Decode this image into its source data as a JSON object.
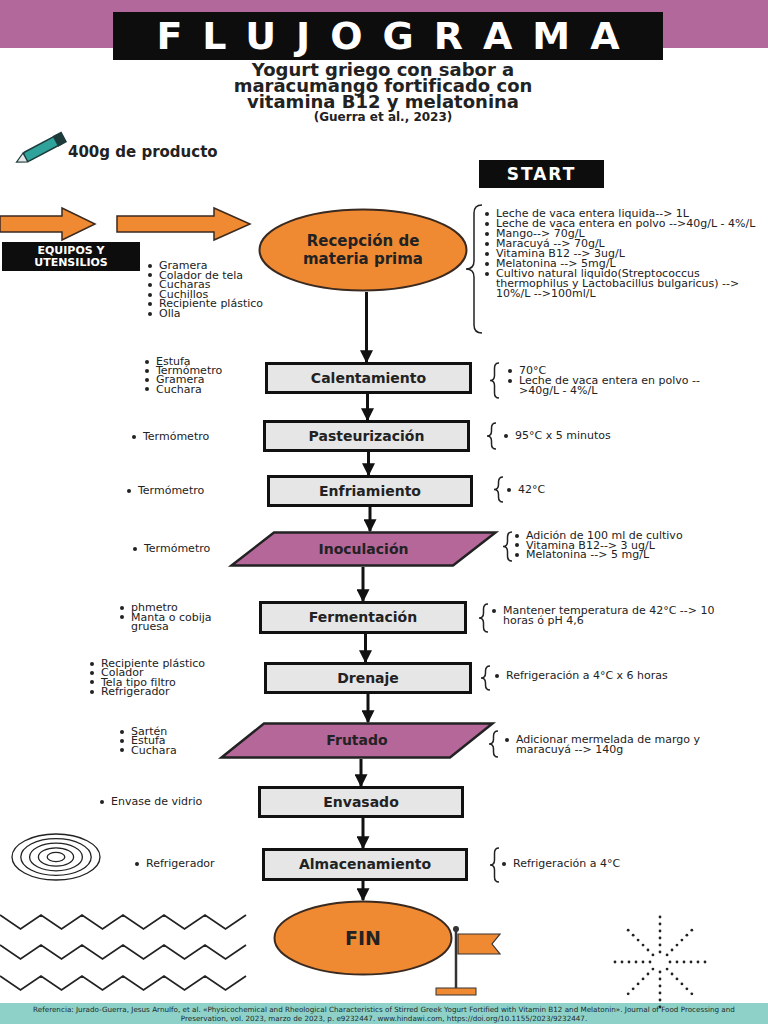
{
  "diagram": {
    "title": "FLUJOGRAMA",
    "caption": "Referencia: Jurado-Guerra, Jesus Arnulfo, et al. «Physicochemical and Rheological Characteristics of Stirred Greek Yogurt Fortified with Vitamin B12 and Melatonin». Journal of Food Processing and Preservation, vol. 2023, marzo de 2023, p. e9232447. www.hindawi.com, https://doi.org/10.1155/2023/9232447.",
    "nodes": [
      {
        "text": [
          "START"
        ]
      },
      {
        "text": [
          "Recepción de materia prima"
        ]
      },
      {
        "text": [
          "EQUIPOS Y UTENSILIOS"
        ]
      },
      {
        "text": [
          "Calentamiento"
        ]
      },
      {
        "text": [
          "Pasteurización"
        ]
      },
      {
        "text": [
          "Enfriamiento"
        ]
      },
      {
        "text": [
          "Inoculación"
        ]
      },
      {
        "text": [
          "Fermentación"
        ]
      },
      {
        "text": [
          "Drenaje"
        ]
      },
      {
        "text": [
          "Frutado"
        ]
      },
      {
        "text": [
          "Envasado"
        ]
      },
      {
        "text": [
          "Almacenamiento"
        ]
      },
      {
        "text": [
          "FIN"
        ]
      }
    ],
    "edges": [
      {
        "from": 1,
        "to": 3,
        "arrow": "to"
      },
      {
        "from": 3,
        "to": 4,
        "arrow": "to"
      },
      {
        "from": 4,
        "to": 5,
        "arrow": "to"
      },
      {
        "from": 5,
        "to": 6,
        "arrow": "to"
      },
      {
        "from": 6,
        "to": 7,
        "arrow": "to"
      },
      {
        "from": 7,
        "to": 8,
        "arrow": "to"
      },
      {
        "from": 8,
        "to": 9,
        "arrow": "to"
      },
      {
        "from": 9,
        "to": 10,
        "arrow": "to"
      },
      {
        "from": 10,
        "to": 11,
        "arrow": "to"
      },
      {
        "from": 11,
        "to": 12,
        "arrow": "to"
      }
    ],
    "labels": [
      "Yogurt griego con sabor a maracumango fortificado con vitamina B12 y melatonina",
      "(Guerra et al., 2023)",
      "400g de producto",
      "Gramera",
      "Colador de tela",
      "Cucharas",
      "Cuchillos",
      "Recipiente plástico",
      "Olla",
      "Leche de vaca entera liquida--> 1L",
      "Leche de vaca entera en polvo -->40g/L - 4%/L",
      "Mango--> 70g/L",
      "Maracuyá --> 70g/L",
      "Vitamina B12 --> 3ug/L",
      "Melatonina --> 5mg/L",
      "Cultivo natural liquido(Streptococcus thermophilus y Lactobacillus bulgaricus) --> 10%/L -->100ml/L",
      "Estufa",
      "Termómetro",
      "Gramera",
      "Cuchara",
      "70°C",
      "Leche de vaca entera en polvo -->40g/L - 4%/L",
      "Termómetro",
      "95°C x 5 minutos",
      "Termómetro",
      "42°C",
      "Termómetro",
      "Adición de 100 ml de cultivo",
      "Vitamina B12--> 3 ug/L",
      "Melatonina --> 5 mg/L",
      "phmetro",
      "Manta o cobija gruesa",
      "Mantener temperatura de 42°C --> 10 horas ó pH 4,6",
      "Recipiente plástico",
      "Colador",
      "Tela tipo filtro",
      "Refrigerador",
      "Refrigeración a 4°C x 6 horas",
      "Sartén",
      "Estufa",
      "Cuchara",
      "Adicionar mermelada de margo y maracuyá --> 140g",
      "Envase de vidrio",
      "Refrigerador",
      "Refrigeración a 4°C"
    ]
  }
}
